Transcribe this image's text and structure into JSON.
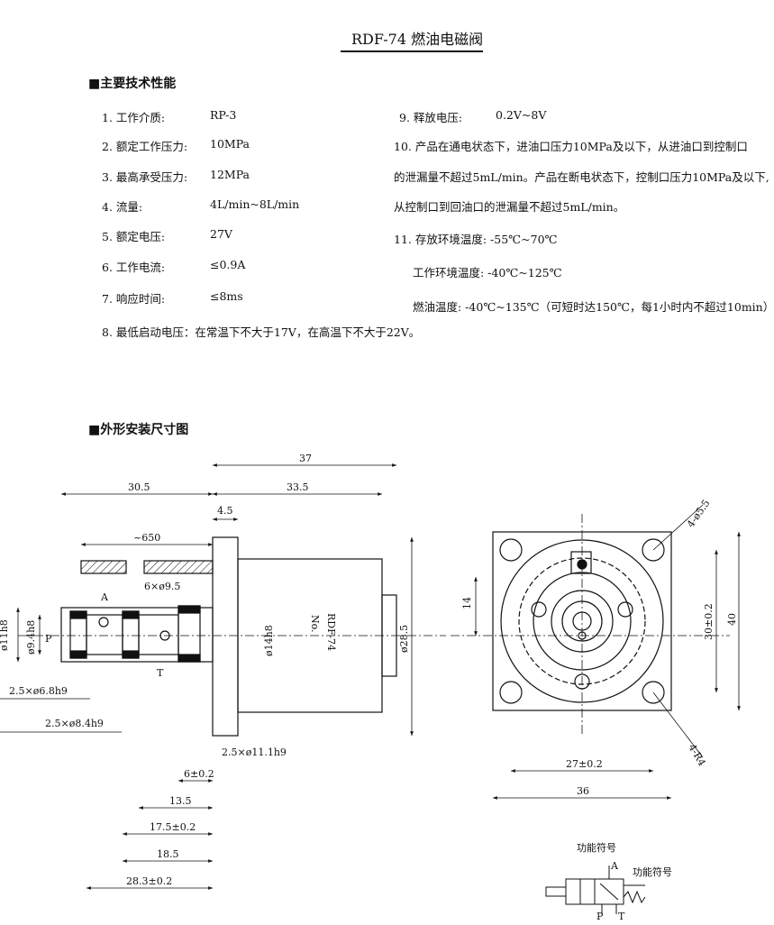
{
  "title": "RDF-74 燃油电磁阀",
  "sections": {
    "specs_title": "■主要技术性能",
    "drawing_title": "■外形安装尺寸图"
  },
  "specs_left": [
    {
      "label": "1. 工作介质:",
      "value": "RP-3"
    },
    {
      "label": "2. 额定工作压力:",
      "value": "10MPa"
    },
    {
      "label": "3. 最高承受压力:",
      "value": "12MPa"
    },
    {
      "label": "4. 流量:",
      "value": "4L/min~8L/min"
    },
    {
      "label": "5. 额定电压:",
      "value": "27V"
    },
    {
      "label": "6. 工作电流:",
      "value": "≤0.9A"
    },
    {
      "label": "7. 响应时间:",
      "value": "≤8ms"
    }
  ],
  "spec8": "8. 最低启动电压：在常温下不大于17V，在高温下不大于22V。",
  "specs_right": {
    "item9_label": "9. 释放电压:",
    "item9_value": "0.2V~8V",
    "item10_line1": "10. 产品在通电状态下，进油口压力10MPa及以下，从进油口到控制口",
    "item10_line2": "的泄漏量不超过5mL/min。产品在断电状态下，控制口压力10MPa及以下,",
    "item10_line3": "从控制口到回油口的泄漏量不超过5mL/min。",
    "item11_line1": "11. 存放环境温度: -55℃~70℃",
    "item11_line2": "工作环境温度: -40℃~125℃",
    "item11_line3": "燃油温度: -40℃~135℃（可短时达150℃，每1小时内不超过10min）"
  },
  "dims": {
    "d37": "37",
    "d305": "30.5",
    "d335": "33.5",
    "d45": "4.5",
    "d650": "~650",
    "d6x95": "6×ø9.5",
    "port_a": "A",
    "port_p": "P",
    "port_t": "T",
    "d11h8": "ø11h8",
    "d94h8": "ø9.4h8",
    "d14h8": "ø14h8",
    "d285": "ø28.5",
    "label_no": "No.",
    "label_model": "RDF-74",
    "d25x68": "2.5×ø6.8h9",
    "d25x84": "2.5×ø8.4h9",
    "d25x111": "2.5×ø11.1h9",
    "d602": "6±0.2",
    "d135": "13.5",
    "d17502": "17.5±0.2",
    "d185": "18.5",
    "d28302": "28.3±0.2",
    "d14": "14",
    "d3002": "30±0.2",
    "d40": "40",
    "d4x55": "4-ø5.5",
    "d4r4": "4-R4",
    "d2702": "27±0.2",
    "d36": "36"
  },
  "symbol": {
    "caption1": "功能符号",
    "caption2": "功能符号",
    "a": "A",
    "p": "P",
    "t": "T"
  }
}
